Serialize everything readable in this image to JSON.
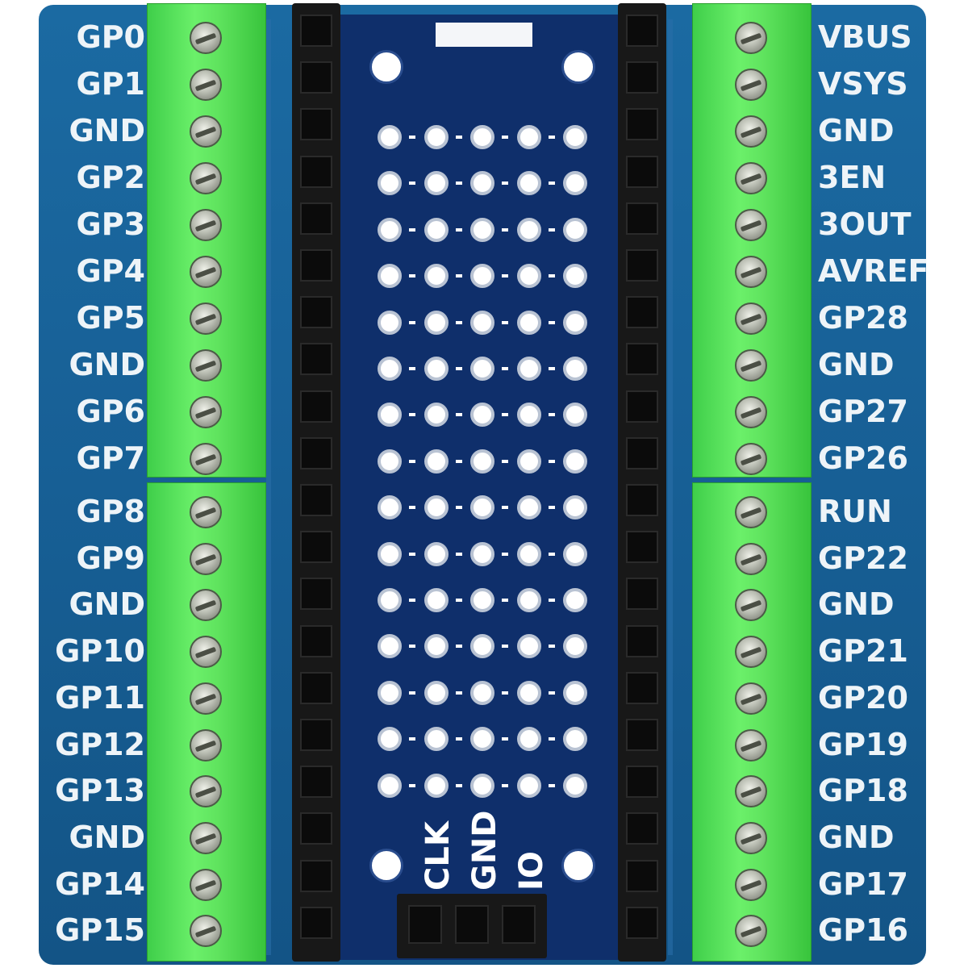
{
  "board": {
    "colors": {
      "pcb": "#175f95",
      "center": "#0f2f6b",
      "terminal": "#5fe35e",
      "header": "#181818",
      "silkscreen": "#eef4f8"
    },
    "left_labels": [
      "GP0",
      "GP1",
      "GND",
      "GP2",
      "GP3",
      "GP4",
      "GP5",
      "GND",
      "GP6",
      "GP7",
      "GP8",
      "GP9",
      "GND",
      "GP10",
      "GP11",
      "GP12",
      "GP13",
      "GND",
      "GP14",
      "GP15"
    ],
    "right_labels": [
      "VBUS",
      "VSYS",
      "GND",
      "3EN",
      "3OUT",
      "AVREF",
      "GP28",
      "GND",
      "GP27",
      "GP26",
      "RUN",
      "GP22",
      "GND",
      "GP21",
      "GP20",
      "GP19",
      "GP18",
      "GND",
      "GP17",
      "GP16"
    ],
    "center_labels": [
      "CLK",
      "GND",
      "IO"
    ],
    "prototype_grid": {
      "rows": 15,
      "columns": 5
    },
    "terminal_blocks": {
      "per_side": 2,
      "screws_per_block": 10
    },
    "header_sockets_per_row": 20,
    "swd_pins": 3
  }
}
